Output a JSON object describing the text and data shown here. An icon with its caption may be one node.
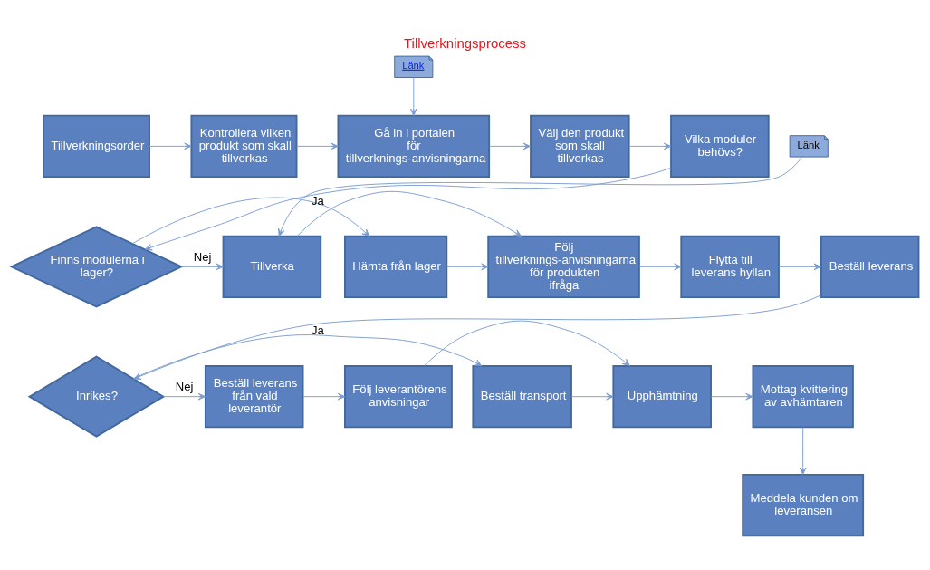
{
  "diagram": {
    "title": "Tillverkningsprocess",
    "nodes": [
      {
        "text": [
          "Tillverkningsorder"
        ]
      },
      {
        "text": [
          "Kontrollera vilken produkt som skall tillverkas"
        ]
      },
      {
        "text": [
          "Gå in i portalen för tillverknings-anvisningarna"
        ]
      },
      {
        "text": [
          "Välj den produkt som skall tillverkas"
        ]
      },
      {
        "text": [
          "Vilka moduler behövs?"
        ]
      },
      {
        "text": [
          "Finns modulerna i lager?"
        ]
      },
      {
        "text": [
          "Hämta från lager"
        ]
      },
      {
        "text": [
          "Tillverka"
        ]
      },
      {
        "text": [
          "Följ tillverknings-anvisningarna för produkten ifråga"
        ]
      },
      {
        "text": [
          "Flytta till leverans hyllan"
        ]
      },
      {
        "text": [
          "Beställ leverans"
        ]
      },
      {
        "text": [
          "Inrikes?"
        ]
      },
      {
        "text": [
          "Beställ transport"
        ]
      },
      {
        "text": [
          "Beställ leverans från vald leverantör"
        ]
      },
      {
        "text": [
          "Följ leverantörens anvisningar"
        ]
      },
      {
        "text": [
          "Upphämtning"
        ]
      },
      {
        "text": [
          "Mottag kvittering av avhämtaren"
        ]
      },
      {
        "text": [
          "Meddela kunden om leveransen"
        ]
      },
      {
        "text": [
          "Länk"
        ]
      },
      {
        "text": [
          "Länk"
        ]
      }
    ],
    "edges": [
      {
        "from": 18,
        "to": 2,
        "arrow": "to"
      },
      {
        "from": 0,
        "to": 1,
        "arrow": "to"
      },
      {
        "from": 1,
        "to": 2,
        "arrow": "to"
      },
      {
        "from": 2,
        "to": 3,
        "arrow": "to"
      },
      {
        "from": 3,
        "to": 4,
        "arrow": "to"
      },
      {
        "from": 4,
        "to": 5,
        "arrow": "to"
      },
      {
        "from": 5,
        "to": 6,
        "arrow": "to",
        "label": "Ja"
      },
      {
        "from": 5,
        "to": 7,
        "arrow": "to",
        "label": "Nej"
      },
      {
        "from": 19,
        "to": 7,
        "arrow": "to"
      },
      {
        "from": 6,
        "to": 8,
        "arrow": "to"
      },
      {
        "from": 7,
        "to": 8,
        "arrow": "to"
      },
      {
        "from": 8,
        "to": 9,
        "arrow": "to"
      },
      {
        "from": 9,
        "to": 10,
        "arrow": "to"
      },
      {
        "from": 10,
        "to": 11,
        "arrow": "to"
      },
      {
        "from": 11,
        "to": 12,
        "arrow": "to",
        "label": "Ja"
      },
      {
        "from": 11,
        "to": 13,
        "arrow": "to",
        "label": "Nej"
      },
      {
        "from": 13,
        "to": 14,
        "arrow": "to"
      },
      {
        "from": 12,
        "to": 15,
        "arrow": "to"
      },
      {
        "from": 14,
        "to": 15,
        "arrow": "to"
      },
      {
        "from": 15,
        "to": 16,
        "arrow": "to"
      },
      {
        "from": 16,
        "to": 17,
        "arrow": "to"
      }
    ]
  }
}
